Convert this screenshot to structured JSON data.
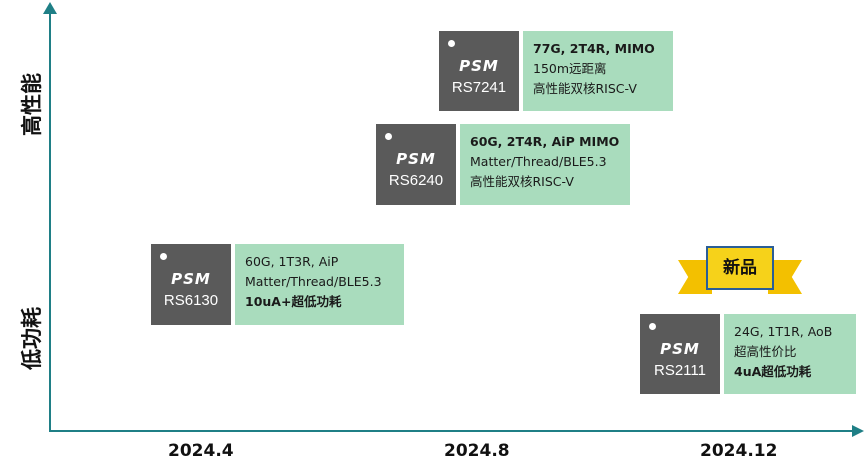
{
  "axes": {
    "y_high": "高性能",
    "y_low": "低功耗",
    "x_ticks": [
      "2024.4",
      "2024.8",
      "2024.12"
    ]
  },
  "products": [
    {
      "logo": "PSM",
      "model": "RS7241",
      "lines": [
        "77G, 2T4R, MIMO",
        "150m远距离",
        "高性能双核RISC-V"
      ]
    },
    {
      "logo": "PSM",
      "model": "RS6240",
      "lines": [
        "60G, 2T4R, AiP MIMO",
        "Matter/Thread/BLE5.3",
        "高性能双核RISC-V"
      ]
    },
    {
      "logo": "PSM",
      "model": "RS6130",
      "lines": [
        "60G, 1T3R, AiP",
        "Matter/Thread/BLE5.3",
        "10uA+超低功耗"
      ]
    },
    {
      "logo": "PSM",
      "model": "RS2111",
      "lines": [
        "24G, 1T1R, AoB",
        "超高性价比",
        "4uA超低功耗"
      ]
    }
  ],
  "badge": "新品",
  "colors": {
    "axis": "#1f7f86",
    "chip": "#5a5a5a",
    "desc_bg": "#a9dcbd",
    "badge_fill": "#f6d21a",
    "badge_border": "#2a5e97"
  }
}
